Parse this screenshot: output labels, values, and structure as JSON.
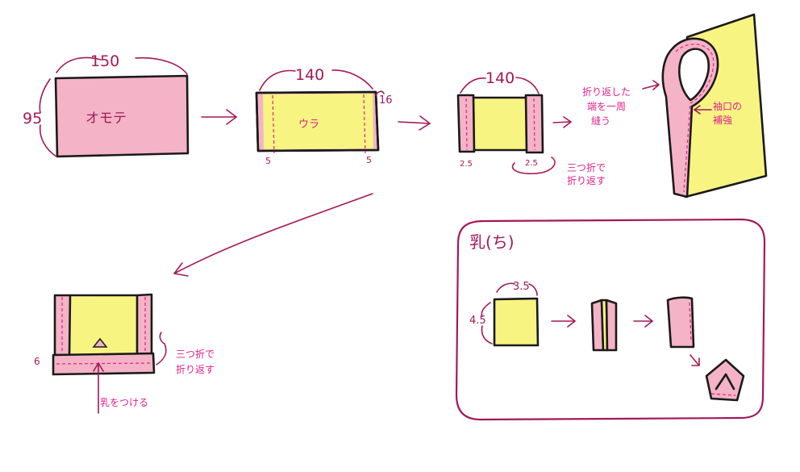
{
  "colors": {
    "pink": "#f4b3c6",
    "yellow": "#f7f482",
    "wine": "#a3185a",
    "magenta": "#e0208a",
    "ink": "#1a1a1a"
  },
  "step1": {
    "width": "150",
    "height": "95",
    "face": "オモテ"
  },
  "step2": {
    "width": "140",
    "side": "16",
    "face": "ウラ",
    "left_margin": "5",
    "right_margin": "5"
  },
  "step3": {
    "width": "140",
    "left_fold": "2.5",
    "right_fold": "2.5",
    "note_line1": "三つ折で",
    "note_line2": "折り返す"
  },
  "step4": {
    "note_line1": "折り返した",
    "note_line2": "端を一周",
    "note_line3": "縫う",
    "reinforce_line1": "袖口の",
    "reinforce_line2": "補強"
  },
  "step5": {
    "bottom": "6",
    "note_line1": "三つ折で",
    "note_line2": "折り返す",
    "loop_note": "乳をつける"
  },
  "panel": {
    "title": "乳(ち)",
    "width": "3.5",
    "height": "4.5"
  }
}
